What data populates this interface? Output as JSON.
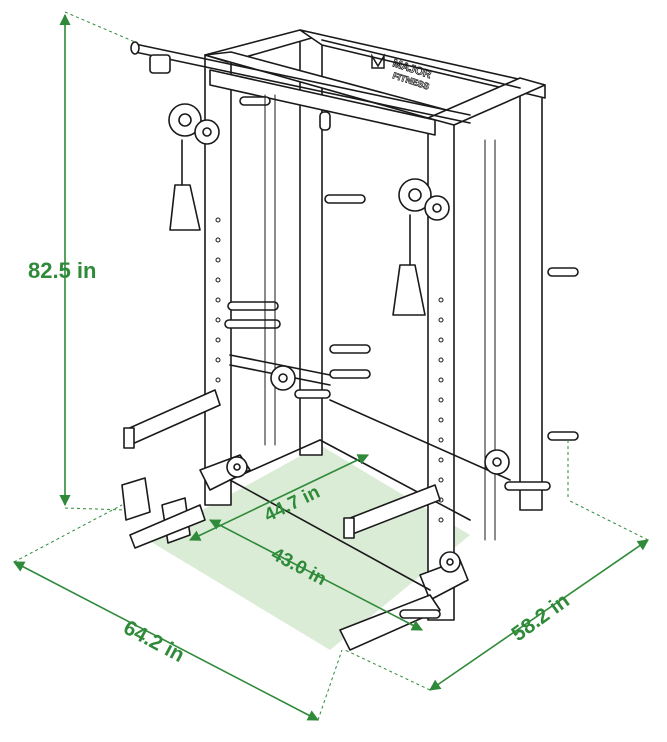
{
  "brand": {
    "logo_text_line1": "MAJOR",
    "logo_text_line2": "FITNESS"
  },
  "dimensions": {
    "height": "82.5 in",
    "width": "64.2 in",
    "depth": "58.2 in",
    "inner_depth": "44.7 in",
    "inner_width": "43.0 in"
  },
  "colors": {
    "dimension": "#2f8a3a",
    "floor_fill": "#cfe6c8",
    "line_art": "#1a1a1a"
  }
}
